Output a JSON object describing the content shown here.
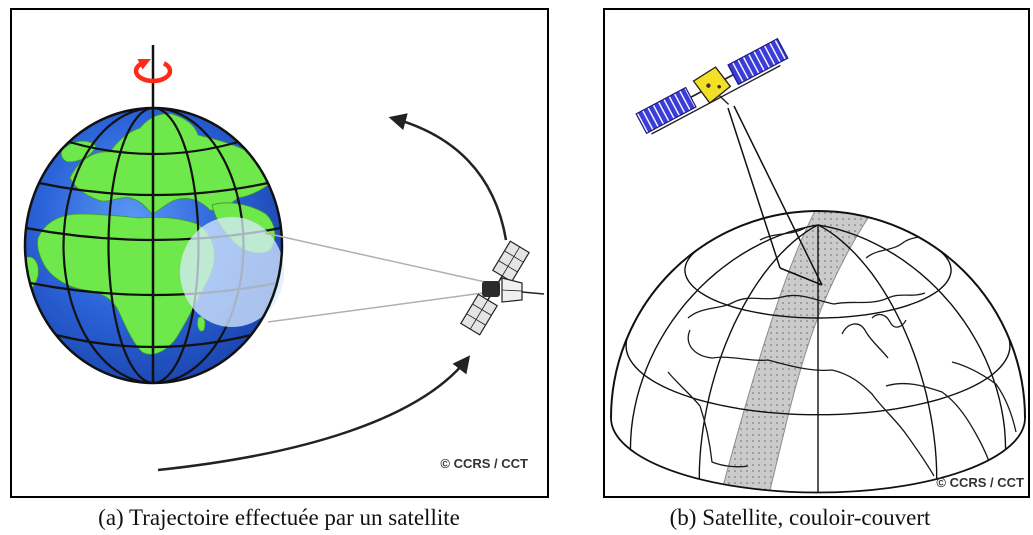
{
  "panels": {
    "a": {
      "caption": "(a) Trajectoire effectuée par un satellite",
      "credit": "© CCRS / CCT"
    },
    "b": {
      "caption": "(b) Satellite, couloir-couvert",
      "credit": "© CCRS / CCT"
    }
  },
  "colors": {
    "ocean": "#2b63d8",
    "land": "#6fe84b",
    "footprint": "#d9ebff",
    "rotation_arrow": "#ff2a1a",
    "swath": "#cbcbcb",
    "solar_panel": "#3c3cd8",
    "satellite_body": "#f3df25"
  }
}
